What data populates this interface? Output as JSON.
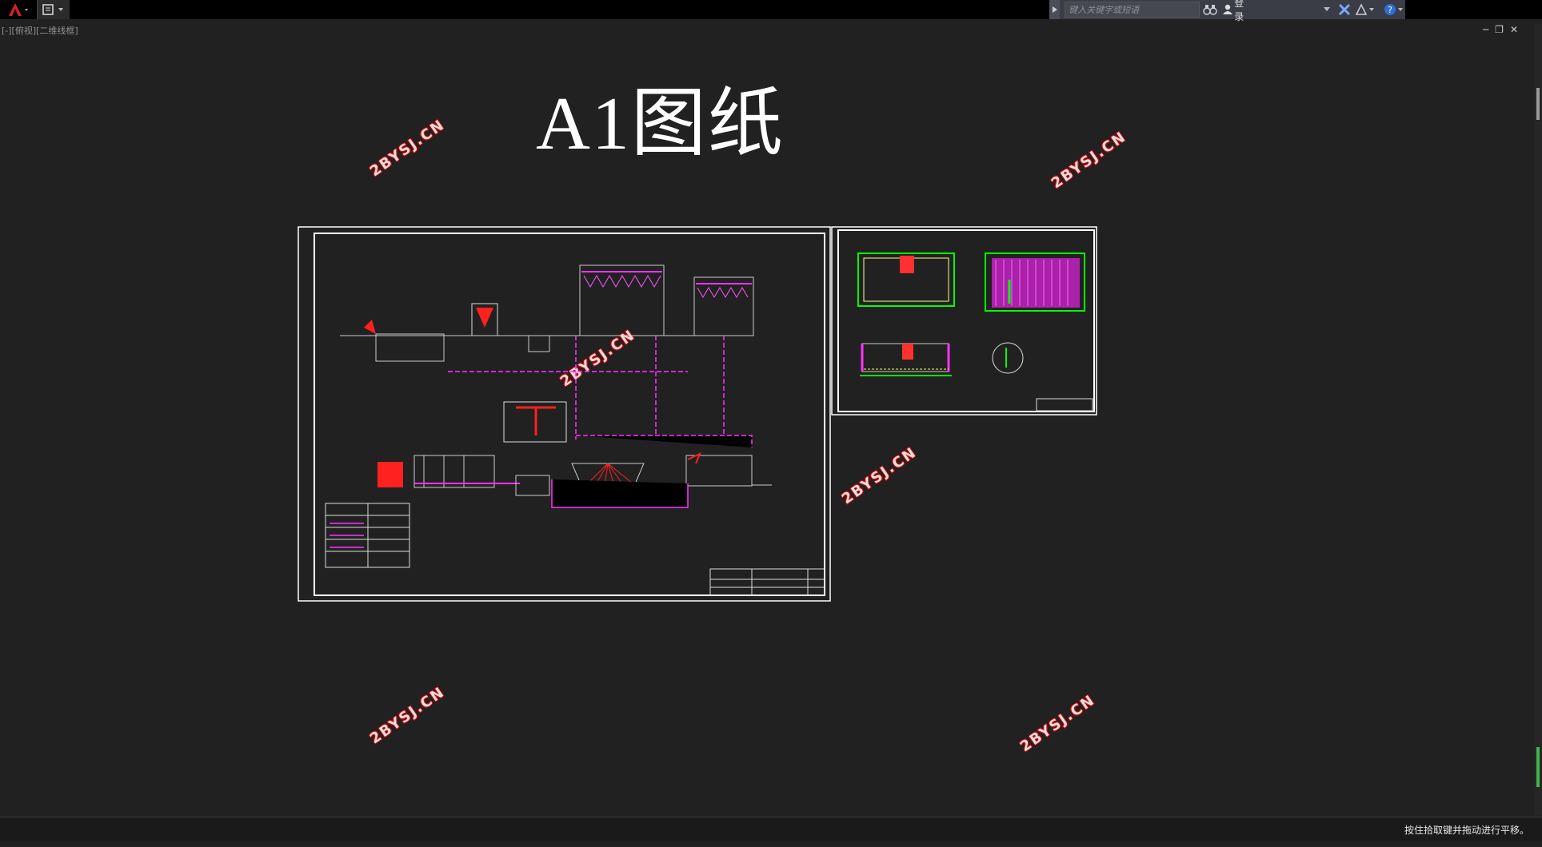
{
  "search": {
    "placeholder": "键入关键字或短语"
  },
  "toolbar": {
    "login_label": "登录"
  },
  "viewport": {
    "label": "[-][俯视][二维线框]"
  },
  "drawing": {
    "title": "A1图纸"
  },
  "watermarks": [
    "2BYSJ.CN",
    "2BYSJ.CN",
    "2BYSJ.CN",
    "2BYSJ.CN",
    "2BYSJ.CN",
    "2BYSJ.CN"
  ],
  "status": {
    "message": "按住拾取键并拖动进行平移。"
  },
  "colors": {
    "background": "#212121",
    "magenta": "#ff00ff",
    "red": "#ff0000",
    "green": "#00ff00",
    "watermark_outline": "#cc0000"
  },
  "icons": [
    "autocad-logo-icon",
    "workspace-icon",
    "binoculars-icon",
    "user-icon",
    "exchange-icon",
    "autodesk-a360-icon",
    "help-icon"
  ]
}
